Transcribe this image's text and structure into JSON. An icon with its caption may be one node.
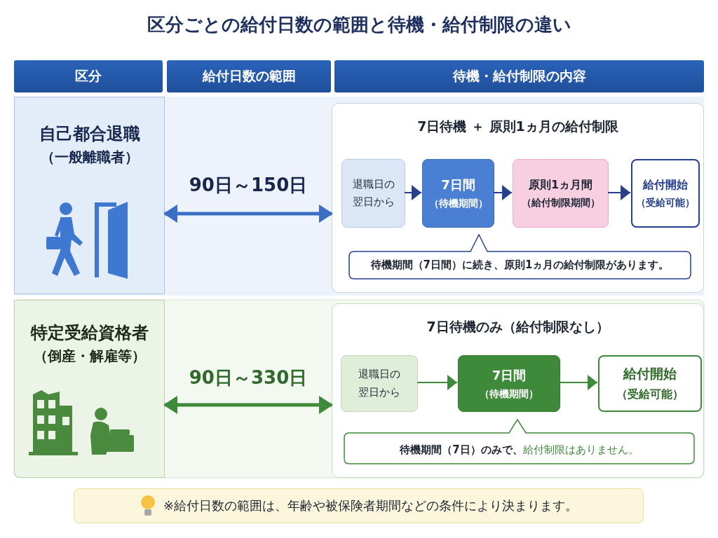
{
  "diagram": {
    "title": "区分ごとの給付日数の範囲と待機・給付制限の違い",
    "nodes": [
      {
        "text": [
          "区分"
        ]
      },
      {
        "text": [
          "給付日数の範囲"
        ]
      },
      {
        "text": [
          "待機・給付制限の内容"
        ]
      },
      {
        "text": [
          "自己都合退職",
          "（一般離職者）"
        ]
      },
      {
        "text": [
          "7日待機 ＋ 原則1ヵ月の給付制限"
        ]
      },
      {
        "text": [
          "退職日の翌日から"
        ],
        "in": 4
      },
      {
        "text": [
          "7日間",
          "（待機期間）"
        ],
        "in": 4
      },
      {
        "text": [
          "原則1ヵ月間",
          "（給付制限期間）"
        ],
        "in": 4
      },
      {
        "text": [
          "給付開始",
          "（受給可能）"
        ],
        "in": 4
      },
      {
        "text": [
          "待機期間（7日間）に続き、原則1ヵ月の給付制限があります。"
        ],
        "in": 4
      },
      {
        "text": [
          "特定受給資格者",
          "（倒産・解雇等）"
        ]
      },
      {
        "text": [
          "7日待機のみ（給付制限なし）"
        ]
      },
      {
        "text": [
          "退職日の翌日から"
        ],
        "in": 11
      },
      {
        "text": [
          "7日間",
          "（待機期間）"
        ],
        "in": 11
      },
      {
        "text": [
          "給付開始",
          "（受給可能）"
        ],
        "in": 11
      },
      {
        "text": [
          "待機期間（7日）のみで、**給付制限はありません。**"
        ],
        "in": 11
      },
      {
        "text": [
          "※給付日数の範囲は、年齢や被保険者期間などの条件により決まります。"
        ]
      }
    ],
    "edges": [
      {
        "from": 3,
        "to": 4,
        "arrow": "both",
        "label": "90日～150日",
        "color": "#3b6fc4",
        "style": "thick"
      },
      {
        "from": 5,
        "to": 6,
        "arrow": "to",
        "color": "#26408f"
      },
      {
        "from": 6,
        "to": 7,
        "arrow": "to",
        "color": "#26408f"
      },
      {
        "from": 7,
        "to": 8,
        "arrow": "to",
        "color": "#26408f"
      },
      {
        "from": 10,
        "to": 11,
        "arrow": "both",
        "label": "90日～330日",
        "color": "#3f8a3a",
        "style": "thick"
      },
      {
        "from": 12,
        "to": 13,
        "arrow": "to",
        "color": "#3f8a3a"
      },
      {
        "from": 13,
        "to": 14,
        "arrow": "to",
        "color": "#3f8a3a"
      }
    ]
  }
}
